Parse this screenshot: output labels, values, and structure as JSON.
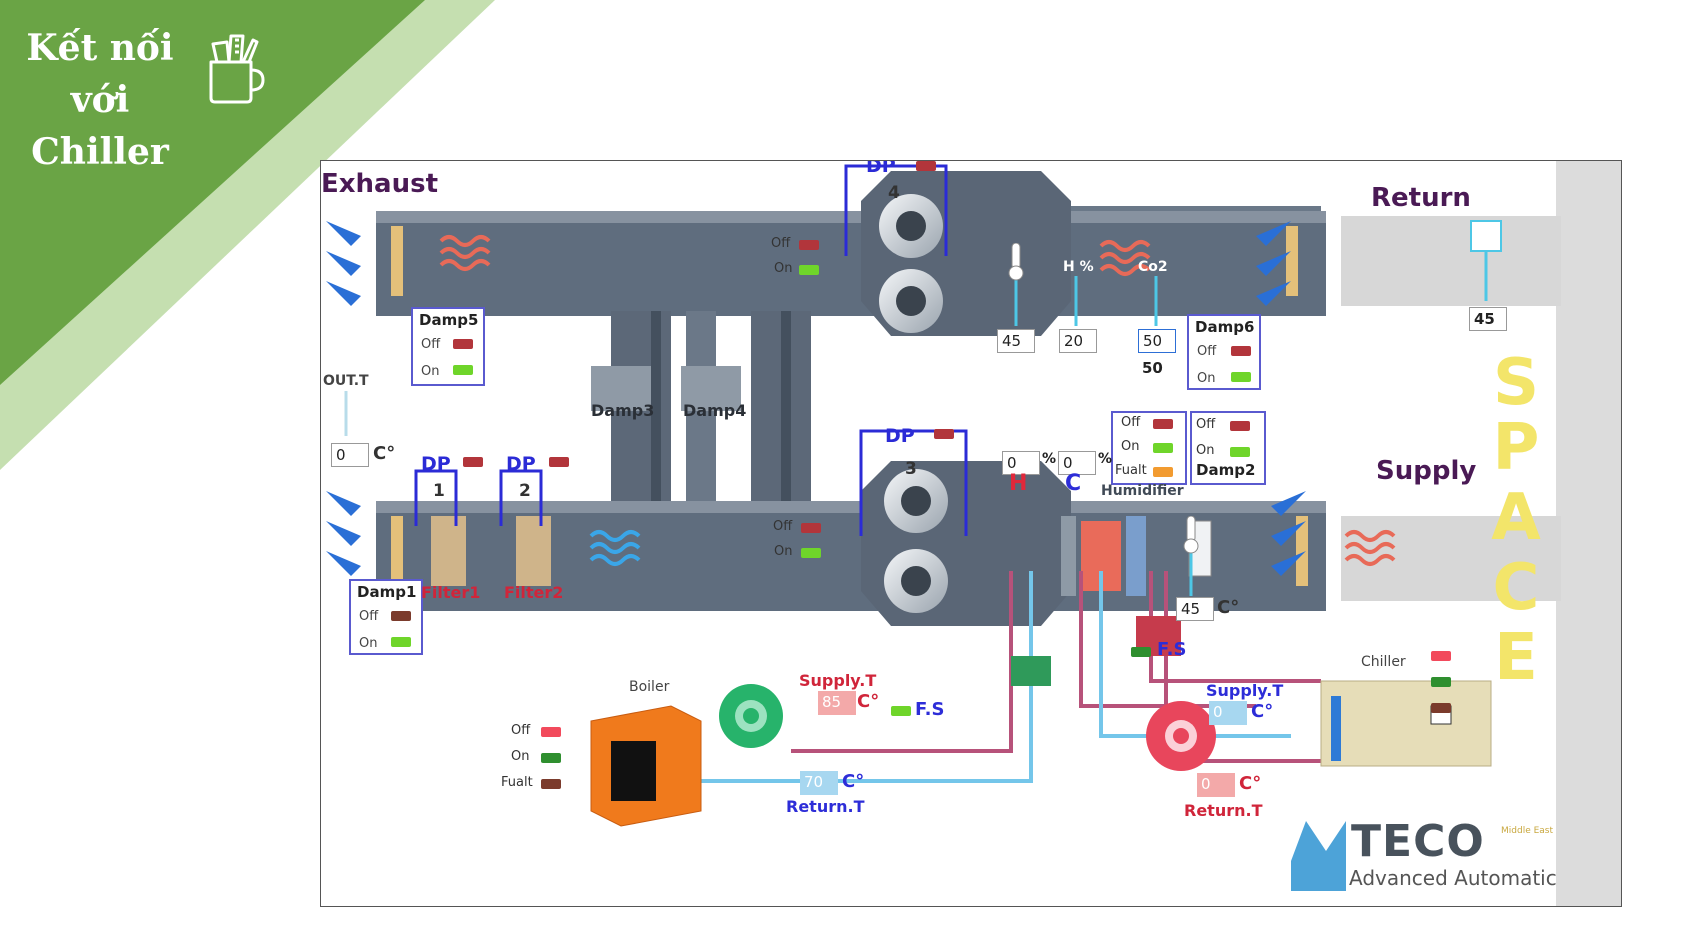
{
  "slide": {
    "title_line1": "Kết nối",
    "title_line2": "với Chiller",
    "icon": "notebook-pencil-cup-icon",
    "colors": {
      "green": "#6aa445",
      "light_green": "#c5dfb0"
    }
  },
  "scada": {
    "labels": {
      "exhaust": "Exhaust",
      "return": "Return",
      "supply": "Supply",
      "space": [
        "S",
        "P",
        "A",
        "C",
        "E"
      ],
      "out_t": "OUT.T",
      "boiler": "Boiler",
      "chiller": "Chiller",
      "humidifier": "Humidifier",
      "h_pct": "H %",
      "co2": "Co2",
      "h": "H",
      "c": "C",
      "damp3": "Damp3",
      "damp4": "Damp4",
      "filter1": "Filter1",
      "filter2": "Filter2",
      "dp": "DP",
      "fs": "F.S",
      "supply_t": "Supply.T",
      "return_t": "Return.T",
      "celsius": "C°",
      "percent": "%",
      "off": "Off",
      "on": "On",
      "fault": "Fualt"
    },
    "dampers": {
      "damp1": "Damp1",
      "damp2": "Damp2",
      "damp5": "Damp5",
      "damp6": "Damp6"
    },
    "dp_numbers": {
      "dp1": "1",
      "dp2": "2",
      "dp3": "3",
      "dp4": "4"
    },
    "values": {
      "out_t": "0",
      "return_temp": "45",
      "return_humidity": "20",
      "co2_input": "50",
      "co2_display": "50",
      "space_temp": "45",
      "h_pct": "0",
      "c_pct": "0",
      "supply_temp": "45",
      "boiler_supply_t": "85",
      "boiler_return_t": "70",
      "chiller_supply_t": "0",
      "chiller_return_t": "0"
    },
    "brand": {
      "name": "TECO",
      "tagline": "Advanced Automatic",
      "corner": "Middle East"
    },
    "colors": {
      "duct": "#5f6d7e",
      "duct_dark": "#4a5665",
      "hot_pipe": "#b7527a",
      "cold_pipe": "#74c6ea",
      "space_bg": "#dedede",
      "space_text": "#f3e56a",
      "boiler": "#f07a1c",
      "pump_green": "#27b36b",
      "pump_red": "#e8465c"
    }
  }
}
